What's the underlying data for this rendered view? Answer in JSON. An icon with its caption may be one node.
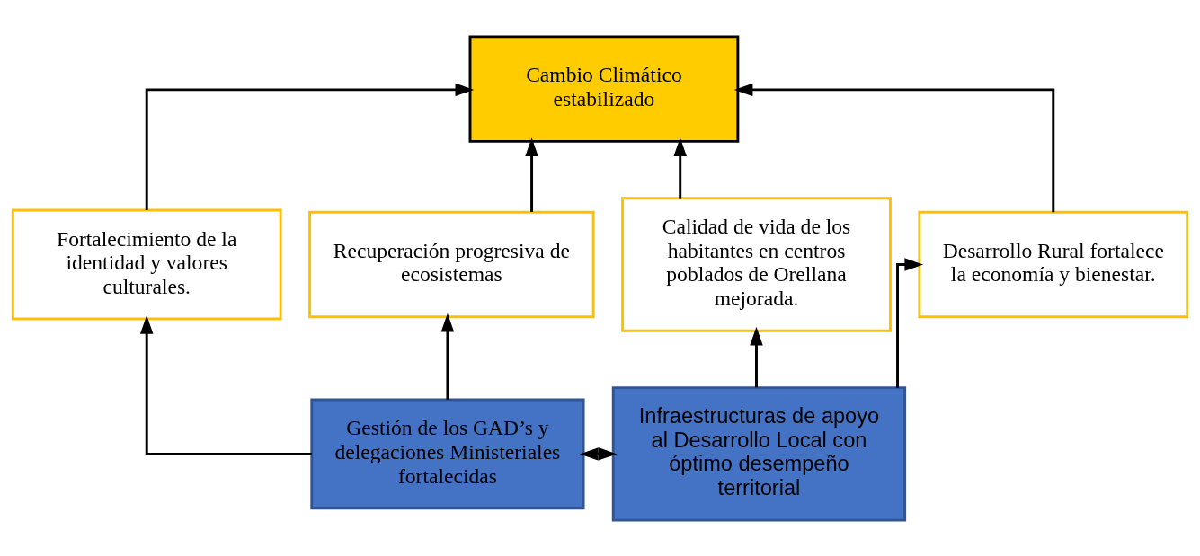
{
  "diagram": {
    "nodes": [
      {
        "text": [
          "Cambio Climático estabilizado"
        ]
      },
      {
        "text": [
          "Fortalecimiento de la identidad y valores culturales."
        ]
      },
      {
        "text": [
          "Recuperación progresiva de ecosistemas"
        ]
      },
      {
        "text": [
          "Calidad de vida de los habitantes en centros poblados de Orellana mejorada."
        ]
      },
      {
        "text": [
          "Desarrollo Rural fortalece la economía y bienestar."
        ]
      },
      {
        "text": [
          "Gestión de los GAD’s y delegaciones Ministeriales fortalecidas"
        ]
      },
      {
        "text": [
          "Infraestructuras de apoyo al Desarrollo Local con óptimo desempeño territorial"
        ]
      }
    ],
    "edges": [
      {
        "from": 1,
        "to": 0,
        "arrow": "to"
      },
      {
        "from": 2,
        "to": 0,
        "arrow": "to"
      },
      {
        "from": 3,
        "to": 0,
        "arrow": "to"
      },
      {
        "from": 4,
        "to": 0,
        "arrow": "to"
      },
      {
        "from": 5,
        "to": 1,
        "arrow": "to"
      },
      {
        "from": 5,
        "to": 2,
        "arrow": "to"
      },
      {
        "from": 6,
        "to": 3,
        "arrow": "to"
      },
      {
        "from": 6,
        "to": 4,
        "arrow": "to"
      },
      {
        "from": 5,
        "to": 6,
        "arrow": "both"
      }
    ]
  }
}
